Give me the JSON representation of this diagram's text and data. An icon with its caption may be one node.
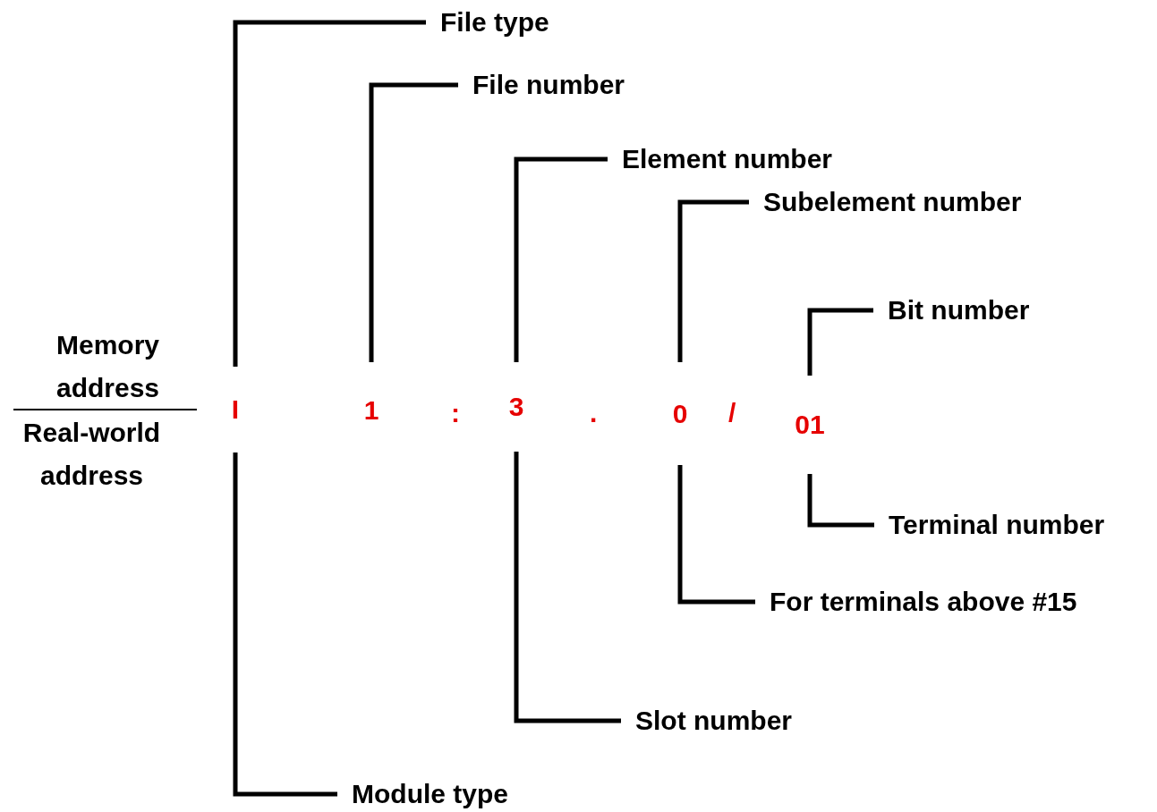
{
  "diagram": {
    "nodes": [
      {
        "text": [
          "File type"
        ]
      },
      {
        "text": [
          "File number"
        ]
      },
      {
        "text": [
          "Element number"
        ]
      },
      {
        "text": [
          "Subelement number"
        ]
      },
      {
        "text": [
          "Bit number"
        ]
      },
      {
        "text": [
          "I"
        ]
      },
      {
        "text": [
          "1"
        ]
      },
      {
        "text": [
          "3"
        ]
      },
      {
        "text": [
          "0"
        ]
      },
      {
        "text": [
          "01"
        ]
      },
      {
        "text": [
          "Terminal number"
        ]
      },
      {
        "text": [
          "For terminals above #15"
        ]
      },
      {
        "text": [
          "Slot number"
        ]
      },
      {
        "text": [
          "Module type"
        ]
      }
    ],
    "edges": [
      {
        "from": 0,
        "to": 5,
        "arrow": "none"
      },
      {
        "from": 1,
        "to": 6,
        "arrow": "none"
      },
      {
        "from": 2,
        "to": 7,
        "arrow": "none"
      },
      {
        "from": 3,
        "to": 8,
        "arrow": "none"
      },
      {
        "from": 4,
        "to": 9,
        "arrow": "none"
      },
      {
        "from": 10,
        "to": 9,
        "arrow": "none"
      },
      {
        "from": 11,
        "to": 8,
        "arrow": "none"
      },
      {
        "from": 12,
        "to": 7,
        "arrow": "none"
      },
      {
        "from": 13,
        "to": 5,
        "arrow": "none"
      }
    ],
    "labels": [
      "Memory address",
      ":",
      ".",
      "/",
      "Real-world address"
    ]
  }
}
